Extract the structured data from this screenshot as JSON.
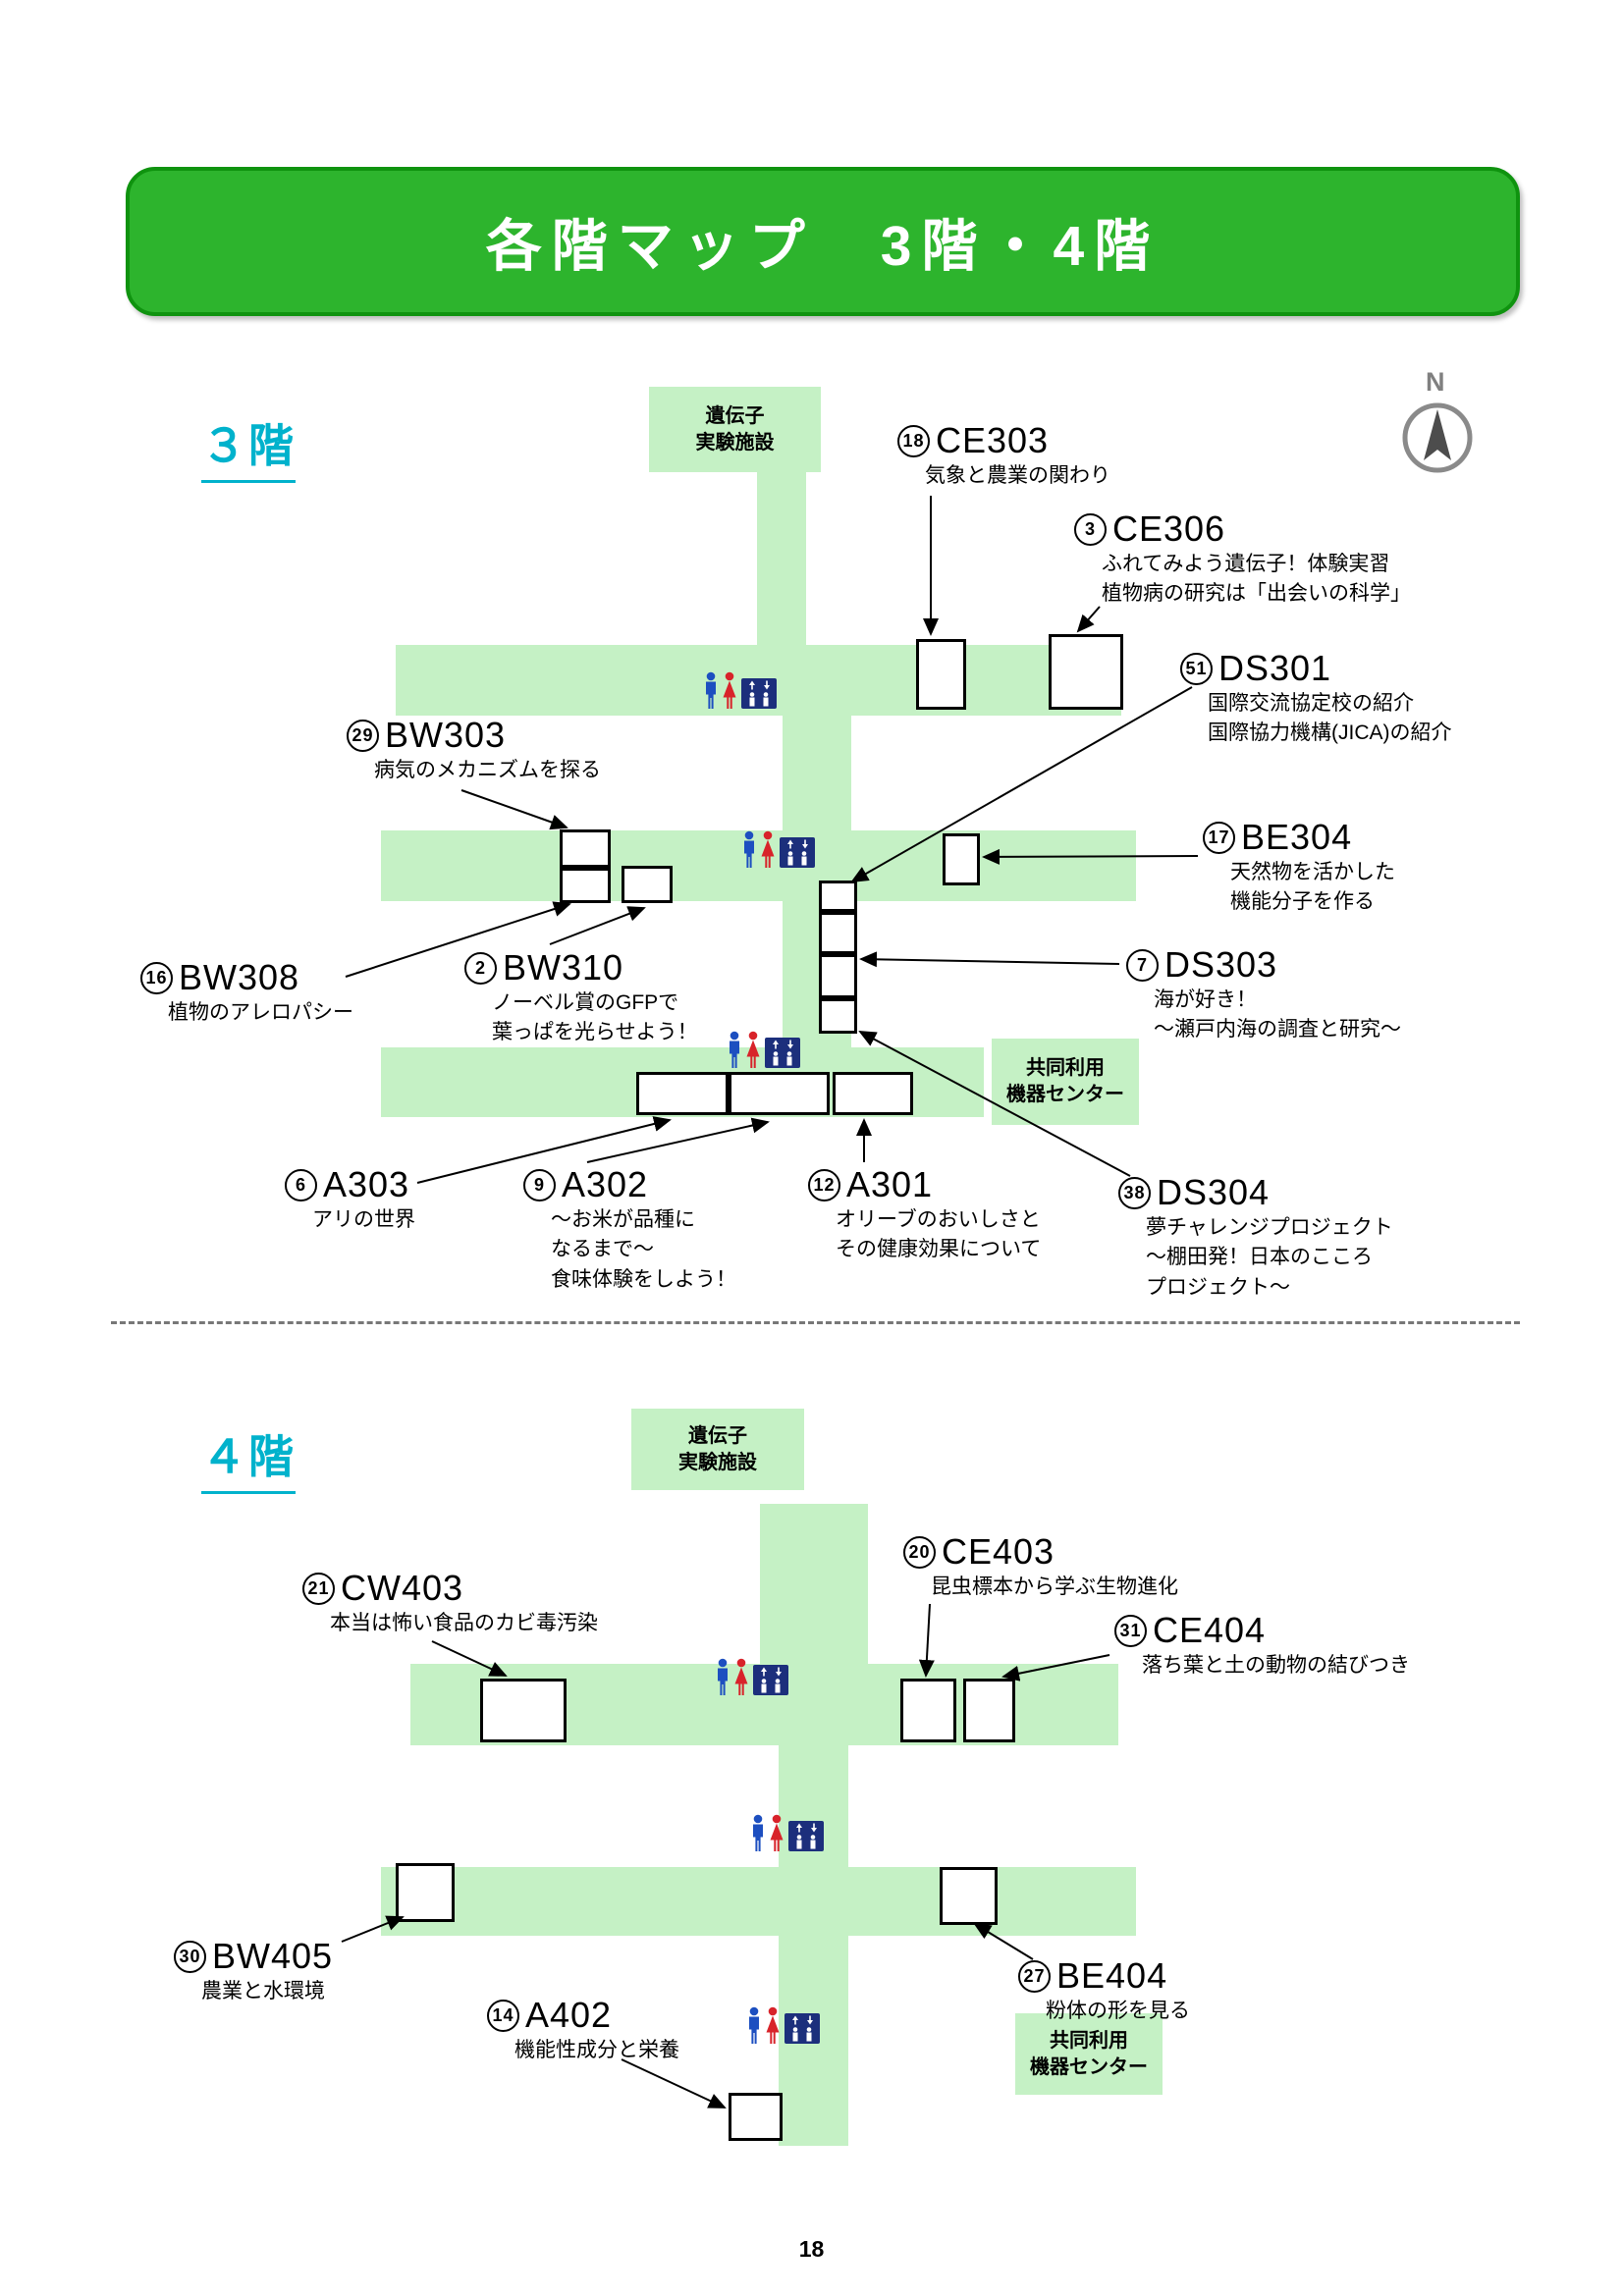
{
  "page": {
    "title": "各階マップ　3階・4階",
    "page_number": "18",
    "compass_label": "N"
  },
  "colors": {
    "banner_green": "#2db42d",
    "banner_border_green": "#0f930f",
    "corridor_green": "#c5f1c5",
    "floor_label_cyan": "#00b2cc",
    "restroom_male_blue": "#1d4fc0",
    "restroom_female_red": "#d8232a",
    "elevator_navy": "#1c2f7c"
  },
  "icons": {
    "compass": "compass-north-icon",
    "male": "male-restroom-icon",
    "female": "female-restroom-icon",
    "elevator": "elevator-icon"
  },
  "floor3": {
    "label": "３階",
    "gene_facility": {
      "line1": "遺伝子",
      "line2": "実験施設"
    },
    "equipment_center": {
      "line1": "共同利用",
      "line2": "機器センター"
    },
    "labels": [
      {
        "num": "18",
        "code": "CE303",
        "desc": [
          "気象と農業の関わり"
        ]
      },
      {
        "num": "3",
        "code": "CE306",
        "desc": [
          "ふれてみよう遺伝子！体験実習",
          "植物病の研究は「出会いの科学」"
        ]
      },
      {
        "num": "51",
        "code": "DS301",
        "desc": [
          "国際交流協定校の紹介",
          "国際協力機構(JICA)の紹介"
        ]
      },
      {
        "num": "29",
        "code": "BW303",
        "desc": [
          "病気のメカニズムを探る"
        ]
      },
      {
        "num": "17",
        "code": "BE304",
        "desc": [
          "天然物を活かした",
          "機能分子を作る"
        ]
      },
      {
        "num": "16",
        "code": "BW308",
        "desc": [
          "植物のアレロパシー"
        ]
      },
      {
        "num": "2",
        "code": "BW310",
        "desc": [
          "ノーベル賞のGFPで",
          "葉っぱを光らせよう！"
        ]
      },
      {
        "num": "7",
        "code": "DS303",
        "desc": [
          "海が好き！",
          "～瀬戸内海の調査と研究～"
        ]
      },
      {
        "num": "6",
        "code": "A303",
        "desc": [
          "アリの世界"
        ]
      },
      {
        "num": "9",
        "code": "A302",
        "desc": [
          "～お米が品種に",
          "なるまで～",
          "食味体験をしよう！"
        ]
      },
      {
        "num": "12",
        "code": "A301",
        "desc": [
          "オリーブのおいしさと",
          "その健康効果について"
        ]
      },
      {
        "num": "38",
        "code": "DS304",
        "desc": [
          "夢チャレンジプロジェクト",
          "～棚田発！日本のこころ",
          "プロジェクト～"
        ]
      }
    ]
  },
  "floor4": {
    "label": "４階",
    "gene_facility": {
      "line1": "遺伝子",
      "line2": "実験施設"
    },
    "equipment_center": {
      "line1": "共同利用",
      "line2": "機器センター"
    },
    "labels": [
      {
        "num": "20",
        "code": "CE403",
        "desc": [
          "昆虫標本から学ぶ生物進化"
        ]
      },
      {
        "num": "21",
        "code": "CW403",
        "desc": [
          "本当は怖い食品のカビ毒汚染"
        ]
      },
      {
        "num": "31",
        "code": "CE404",
        "desc": [
          "落ち葉と土の動物の結びつき"
        ]
      },
      {
        "num": "30",
        "code": "BW405",
        "desc": [
          "農業と水環境"
        ]
      },
      {
        "num": "27",
        "code": "BE404",
        "desc": [
          "粉体の形を見る"
        ]
      },
      {
        "num": "14",
        "code": "A402",
        "desc": [
          "機能性成分と栄養"
        ]
      }
    ]
  }
}
